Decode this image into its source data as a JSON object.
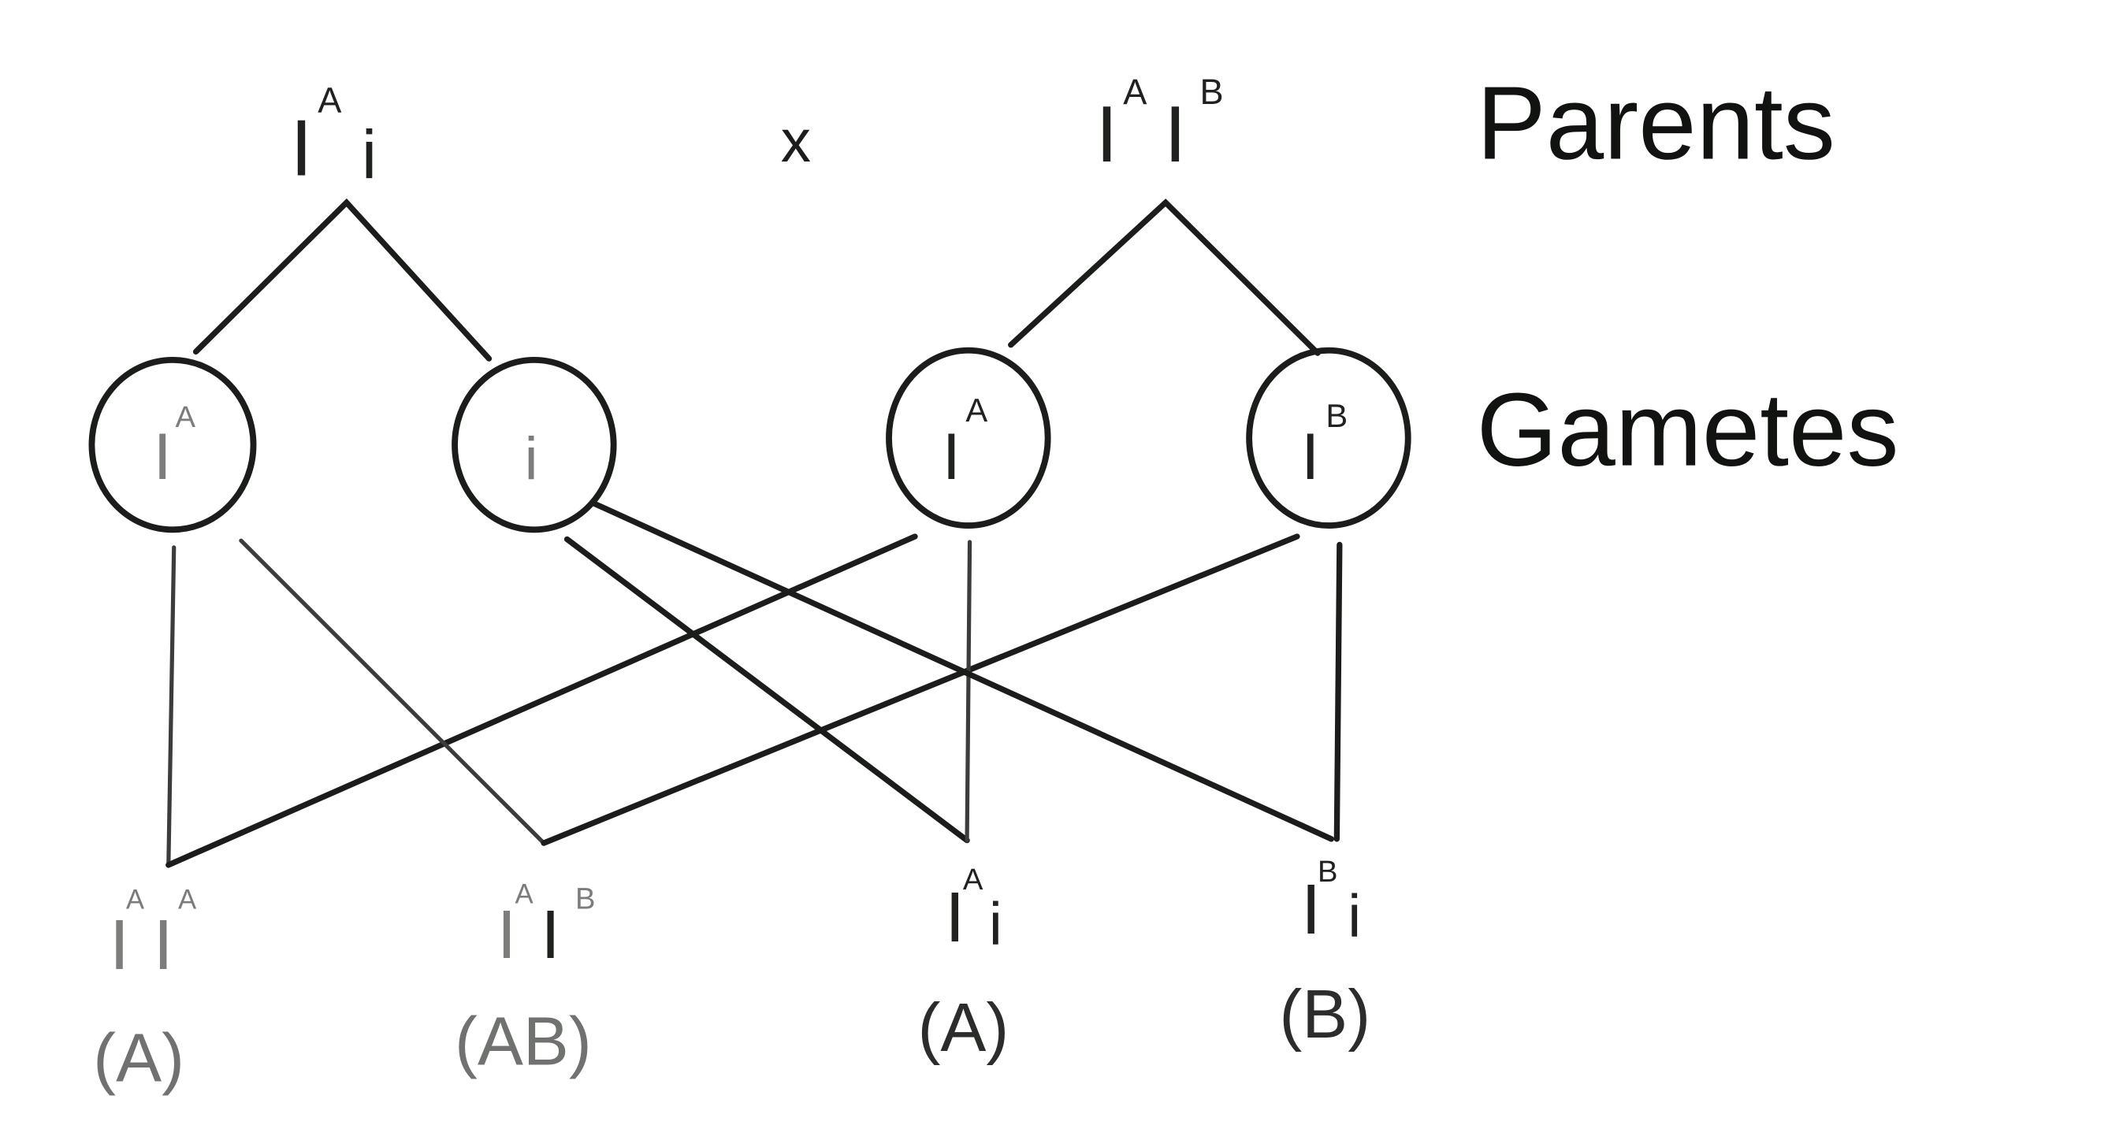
{
  "diagram": {
    "type": "genetic-cross",
    "row_labels": {
      "parents": "Parents",
      "gametes": "Gametes"
    },
    "cross_symbol": "x",
    "parents": [
      {
        "base": "I",
        "sup": "A",
        "second": "i",
        "second_sup": ""
      },
      {
        "base": "I",
        "sup": "A",
        "second": "I",
        "second_sup": "B"
      }
    ],
    "gametes": [
      {
        "base": "I",
        "sup": "A"
      },
      {
        "base": "i",
        "sup": ""
      },
      {
        "base": "I",
        "sup": "A"
      },
      {
        "base": "I",
        "sup": "B"
      }
    ],
    "offspring": [
      {
        "base": "I",
        "sup": "A",
        "second": "I",
        "second_sup": "A",
        "phenotype": "(A)"
      },
      {
        "base": "I",
        "sup": "A",
        "second": "I",
        "second_sup": "B",
        "phenotype": "(AB)"
      },
      {
        "base": "I",
        "sup": "A",
        "second": "i",
        "second_sup": "",
        "phenotype": "(A)"
      },
      {
        "base": "I",
        "sup": "B",
        "second": "i",
        "second_sup": "",
        "phenotype": "(B)"
      }
    ],
    "colors": {
      "line": "#1a1d1a",
      "background": "#ffffff"
    }
  }
}
